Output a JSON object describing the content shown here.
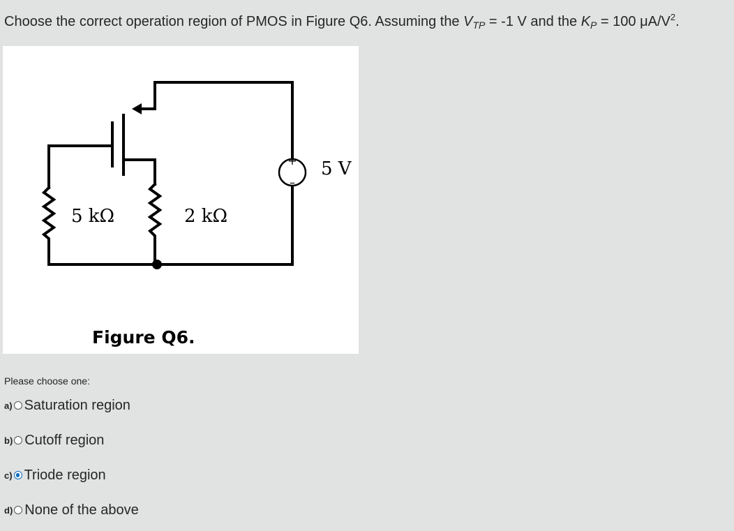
{
  "question": {
    "prefix": "Choose the correct operation region of PMOS in Figure Q6. Assuming the ",
    "vtp_var": "V",
    "vtp_sub": "TP",
    "vtp_value": " = -1 V and the ",
    "kp_var": "K",
    "kp_sub": "P",
    "kp_value": " = 100 μA/V",
    "kp_sup": "2",
    "suffix": "."
  },
  "figure": {
    "resistor_left_label": "5 kΩ",
    "resistor_right_label": "2 kΩ",
    "source_label": "5 V",
    "plus_sign": "+",
    "minus_sign": "–",
    "caption": "Figure Q6."
  },
  "prompt": "Please choose one:",
  "options": [
    {
      "letter": "a)",
      "label": "Saturation region",
      "checked": false
    },
    {
      "letter": "b)",
      "label": "Cutoff region",
      "checked": false
    },
    {
      "letter": "c)",
      "label": "Triode region",
      "checked": true
    },
    {
      "letter": "d)",
      "label": "None of the above",
      "checked": false
    }
  ],
  "colors": {
    "background": "#e1e3e3",
    "radio_selected": "#0f6cbf"
  }
}
